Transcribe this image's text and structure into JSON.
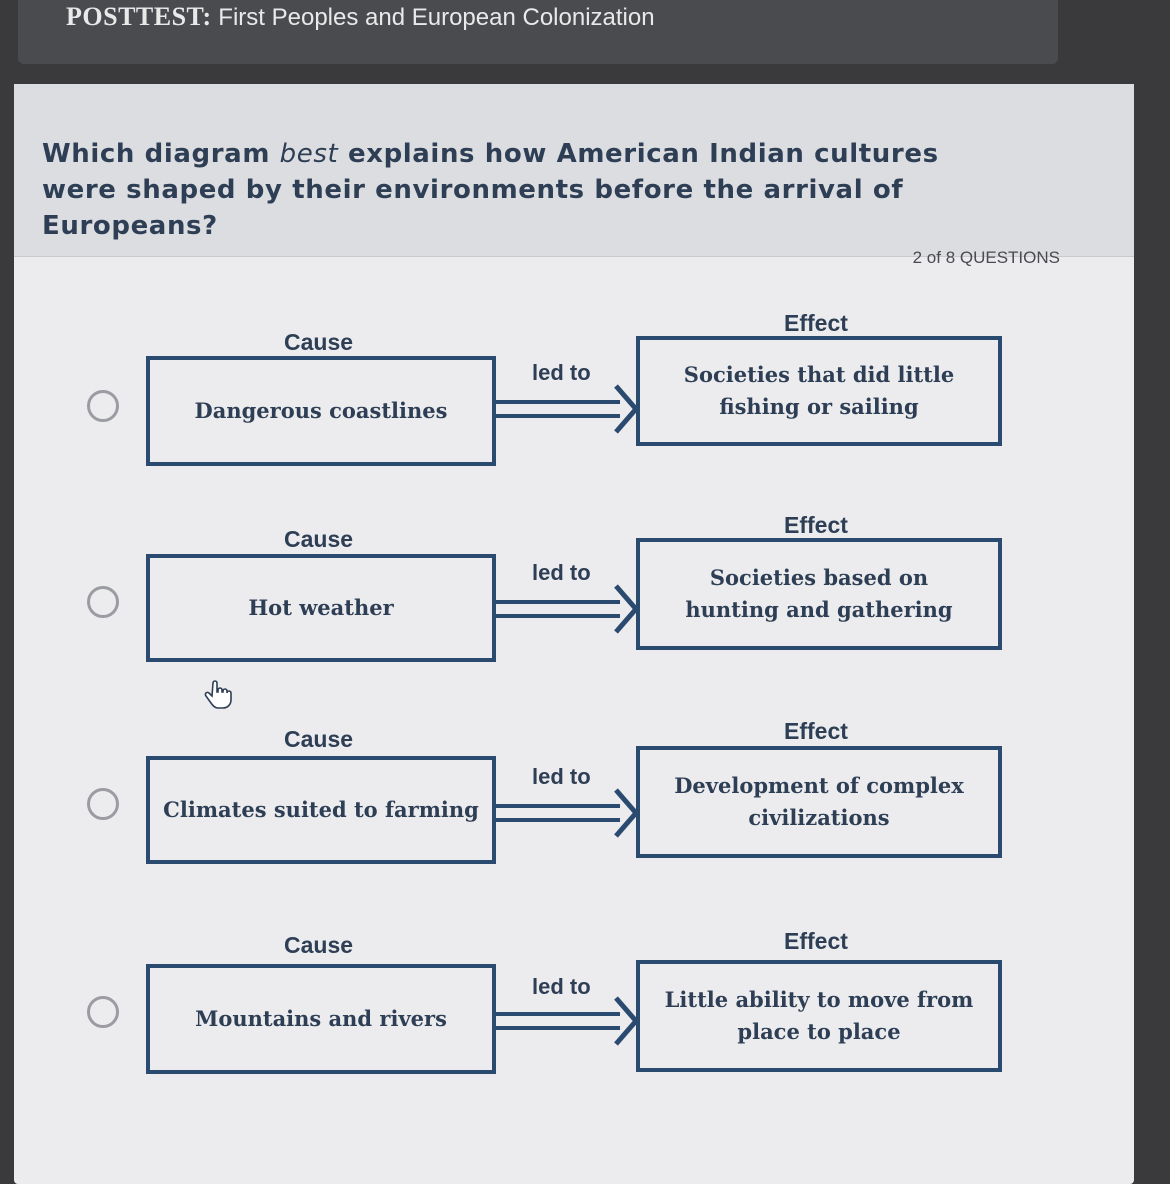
{
  "header": {
    "title_bold": "POSTTEST:",
    "title_rest": "First Peoples and European Colonization"
  },
  "question": {
    "part1": "Which diagram ",
    "emphasis": "best",
    "part2": " explains how American Indian cultures were shaped by their environments before the arrival of Europeans?",
    "counter": "2 of 8 QUESTIONS"
  },
  "labels": {
    "cause": "Cause",
    "effect": "Effect",
    "connector": "led to"
  },
  "options": [
    {
      "cause": "Dangerous coastlines",
      "effect_line1": "Societies that did little",
      "effect_line2": "fishing or sailing"
    },
    {
      "cause": "Hot weather",
      "effect_line1": "Societies based on",
      "effect_line2": "hunting and gathering"
    },
    {
      "cause": "Climates suited to farming",
      "effect_line1": "Development of complex",
      "effect_line2": "civilizations"
    },
    {
      "cause": "Mountains and rivers",
      "effect_line1": "Little ability to move from",
      "effect_line2": "place to place"
    }
  ],
  "colors": {
    "box_border": "#2b4a6f",
    "text": "#2e3f55",
    "background": "#ececef"
  },
  "icons": {
    "cursor": "hand-pointer-icon",
    "arrow": "double-line-arrow-icon"
  }
}
